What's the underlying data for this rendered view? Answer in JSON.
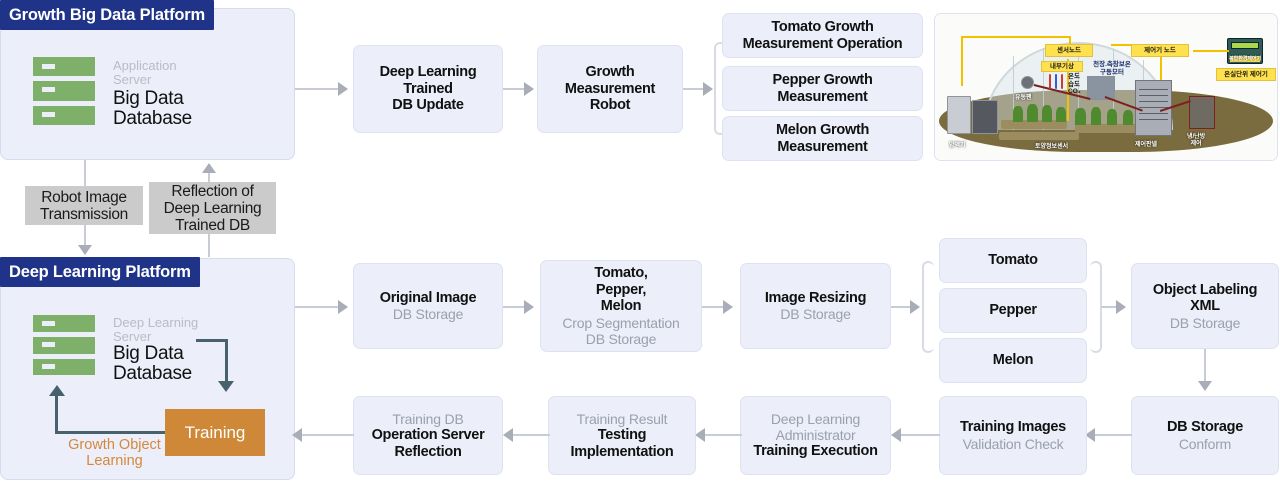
{
  "platforms": [
    {
      "id": "growth-big-data",
      "title": "Growth Big Data Platform",
      "server_label": "Application\nServer",
      "server_title": "Big Data\nDatabase"
    },
    {
      "id": "deep-learning",
      "title": "Deep Learning Platform",
      "server_label": "Deep Learning\nServer",
      "server_title": "Big Data\nDatabase",
      "training_label": "Training",
      "loop_note": "Growth Object\nLearning"
    }
  ],
  "gray_labels": [
    {
      "text": "Robot Image\nTransmission"
    },
    {
      "text": "Reflection of\nDeep Learning\nTrained DB"
    }
  ],
  "row_top": [
    {
      "bold": "Deep Learning\nTrained\nDB Update",
      "light": ""
    },
    {
      "bold": "Growth\nMeasurement\nRobot",
      "light": ""
    }
  ],
  "crop_measurements": [
    {
      "bold": "Tomato Growth\nMeasurement Operation"
    },
    {
      "bold": "Pepper Growth\nMeasurement"
    },
    {
      "bold": "Melon Growth\nMeasurement"
    }
  ],
  "row_mid": [
    {
      "bold": "Original Image",
      "light": "DB Storage",
      "order": "bold-first"
    },
    {
      "bold": "Tomato,\nPepper,\nMelon",
      "light": "Crop Segmentation\nDB Storage",
      "order": "bold-first"
    },
    {
      "bold": "Image Resizing",
      "light": "DB Storage",
      "order": "bold-first"
    },
    {
      "bold": "Object Labeling\nXML",
      "light": "DB Storage",
      "order": "bold-first"
    }
  ],
  "crop_types": [
    {
      "bold": "Tomato"
    },
    {
      "bold": "Pepper"
    },
    {
      "bold": "Melon"
    }
  ],
  "row_bottom": [
    {
      "light": "Training DB",
      "bold": "Operation Server\nReflection",
      "order": "light-first"
    },
    {
      "light": "Training Result",
      "bold": "Testing\nImplementation",
      "order": "light-first"
    },
    {
      "light": "Deep Learning\nAdministrator",
      "bold": "Training Execution",
      "order": "light-first"
    },
    {
      "bold": "Training Images",
      "light": "Validation Check",
      "order": "bold-first"
    },
    {
      "bold": "DB Storage",
      "light": "Conform",
      "order": "bold-first"
    }
  ],
  "greenhouse": {
    "tags": [
      {
        "text": "센서노드"
      },
      {
        "text": "제어기 노드"
      },
      {
        "text": "온실단위 제어기"
      },
      {
        "text": "내부기상"
      },
      {
        "text": "천장.측창보온\n구동모터"
      }
    ],
    "sensor_readings": "온도\n습도\nCO₂",
    "ground_labels": [
      {
        "text": "양액기"
      },
      {
        "text": "토양정보센서"
      },
      {
        "text": "제어판넬"
      },
      {
        "text": "냉/난방\n제어"
      },
      {
        "text": "유동팬"
      }
    ],
    "controller_caption": "복합환경제어기"
  },
  "colors": {
    "header_blue": "#1f3488",
    "panel_bg": "#eceffa",
    "server_green": "#7fb069",
    "training_orange": "#ce8837",
    "gray_label": "#cbcbcb",
    "connector": "#c8ccd6",
    "dark_connector": "#47616d"
  }
}
